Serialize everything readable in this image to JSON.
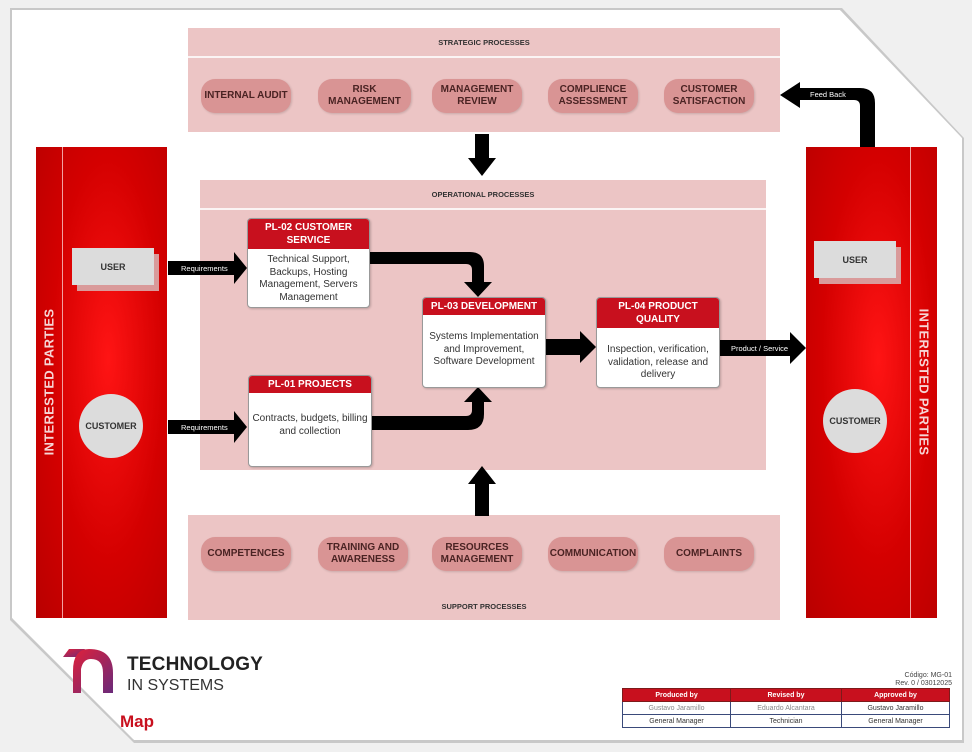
{
  "strategic": {
    "title": "STRATEGIC PROCESSES",
    "items": [
      "INTERNAL AUDIT",
      "RISK MANAGEMENT",
      "MANAGEMENT REVIEW",
      "COMPLIENCE ASSESSMENT",
      "CUSTOMER SATISFACTION"
    ]
  },
  "operational": {
    "title": "OPERATIONAL PROCESSES",
    "processes": [
      {
        "code": "PL-02 CUSTOMER SERVICE",
        "body": "Technical Support, Backups, Hosting Management, Servers Management"
      },
      {
        "code": "PL-01 PROJECTS",
        "body": "Contracts, budgets, billing and collection"
      },
      {
        "code": "PL-03 DEVELOPMENT",
        "body": "Systems Implementation and Improvement, Software Development"
      },
      {
        "code": "PL-04 PRODUCT QUALITY",
        "body": "Inspection, verification, validation, release and delivery"
      }
    ]
  },
  "support": {
    "title": "SUPPORT PROCESSES",
    "items": [
      "COMPETENCES",
      "TRAINING AND AWARENESS",
      "RESOURCES MANAGEMENT",
      "COMMUNICATION",
      "COMPLAINTS"
    ]
  },
  "parties": {
    "label": "INTERESTED PARTIES",
    "user": "USER",
    "customer": "CUSTOMER"
  },
  "arrows": {
    "requirements": "Requirements",
    "product_service": "Product / Service",
    "feedback": "Feed Back"
  },
  "logo": {
    "line1": "TECHNOLOGY",
    "line2": "IN SYSTEMS"
  },
  "doc_title": "Map",
  "code": {
    "code": "Código: MG-01",
    "rev": "Rev. 0 / 03012025"
  },
  "signatures": {
    "headers": [
      "Produced by",
      "Revised by",
      "Approved by"
    ],
    "names": [
      "Gustavo Jaramillo",
      "Eduardo Alcantara",
      "Gustavo Jaramillo"
    ],
    "roles": [
      "General Manager",
      "Technician",
      "General Manager"
    ]
  },
  "colors": {
    "accent": "#c8101e",
    "band": "#ecc5c5",
    "pill": "#d99494"
  }
}
